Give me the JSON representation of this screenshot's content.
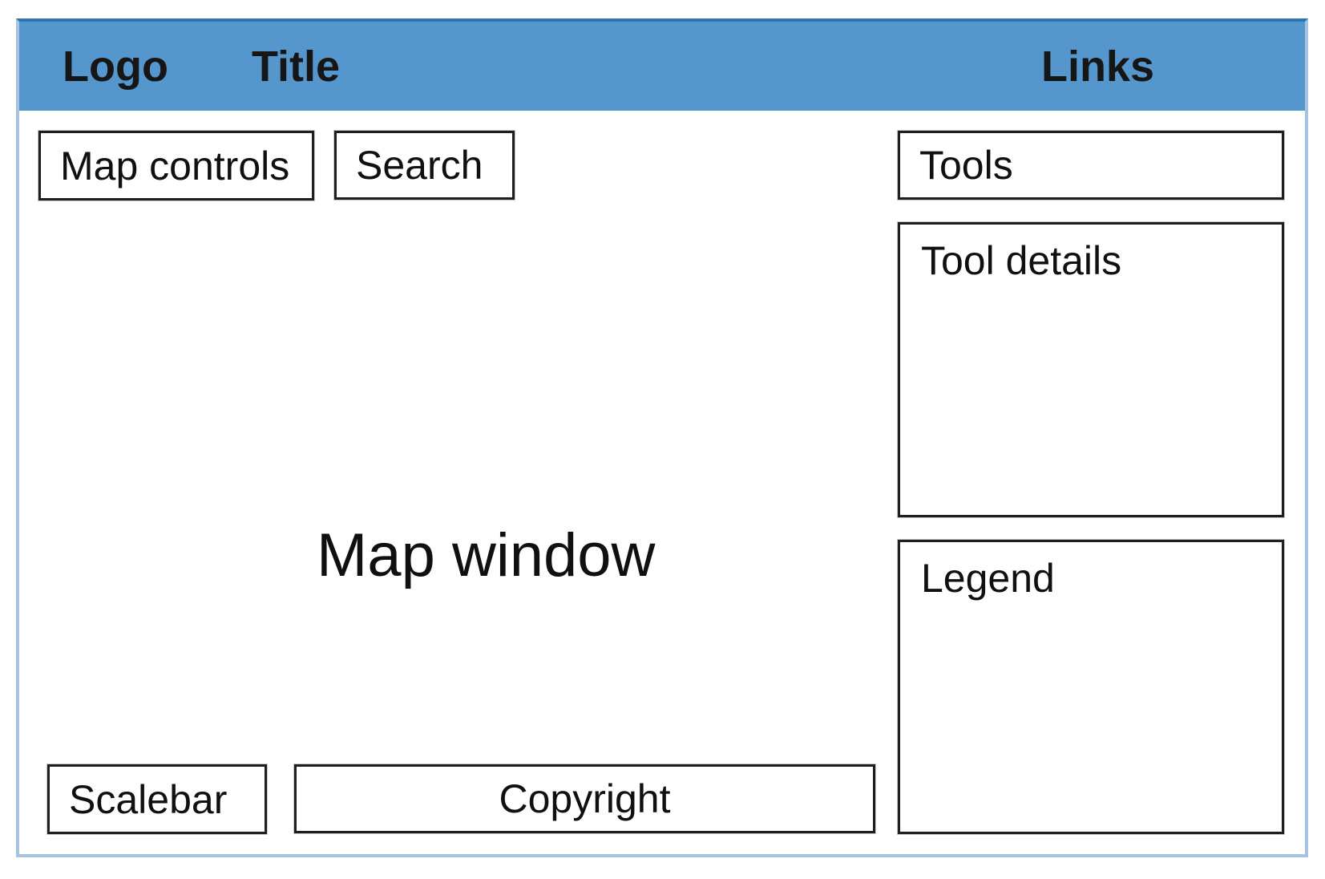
{
  "header": {
    "logo": "Logo",
    "title": "Title",
    "links": "Links"
  },
  "map": {
    "label": "Map window"
  },
  "panels": {
    "map_controls": "Map controls",
    "search": "Search",
    "tools": "Tools",
    "tool_details": "Tool details",
    "legend": "Legend",
    "scalebar": "Scalebar",
    "copyright": "Copyright"
  },
  "colors": {
    "header_bg": "#5597cd",
    "frame_top": "#2e74b5",
    "frame": "#a6c4e2",
    "box_border": "#1f1f1f",
    "text": "#111111"
  }
}
